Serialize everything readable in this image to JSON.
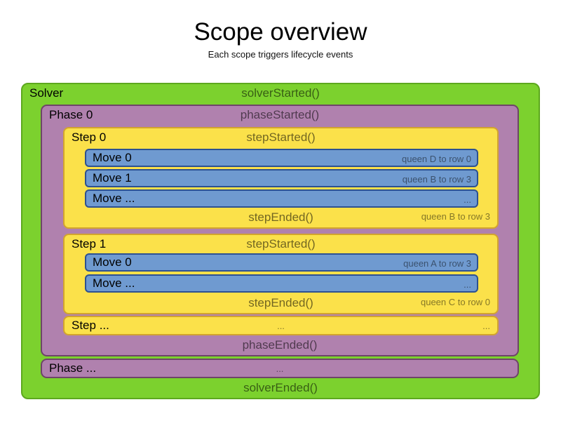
{
  "header": {
    "title": "Scope overview",
    "subtitle": "Each scope triggers lifecycle events"
  },
  "solver": {
    "label": "Solver",
    "started_event": "solverStarted()",
    "ended_event": "solverEnded()"
  },
  "phase0": {
    "label": "Phase 0",
    "started_event": "phaseStarted()",
    "ended_event": "phaseEnded()"
  },
  "phase_more": {
    "label": "Phase ...",
    "dots": "..."
  },
  "step0": {
    "label": "Step 0",
    "started_event": "stepStarted()",
    "ended_event": "stepEnded()",
    "ended_detail": "queen B to row 3",
    "moves": [
      {
        "label": "Move 0",
        "detail": "queen D to row 0"
      },
      {
        "label": "Move 1",
        "detail": "queen B to row 3"
      },
      {
        "label": "Move ...",
        "detail": "..."
      }
    ]
  },
  "step1": {
    "label": "Step 1",
    "started_event": "stepStarted()",
    "ended_event": "stepEnded()",
    "ended_detail": "queen C to row 0",
    "moves": [
      {
        "label": "Move 0",
        "detail": "queen A to row 3"
      },
      {
        "label": "Move ...",
        "detail": "..."
      }
    ]
  },
  "step_more": {
    "label": "Step ...",
    "center_dots": "...",
    "right_dots": "..."
  },
  "colors": {
    "solver_fill": "#7cd12e",
    "solver_border": "#5da81e",
    "phase_fill": "#b081ae",
    "phase_border": "#6e4568",
    "step_fill": "#fbe14a",
    "step_border": "#d2a42e",
    "move_fill": "#6f9ad0",
    "move_border": "#2d5191",
    "label_text": "#000000",
    "event_text": "#555555",
    "detail_text": "#6b6b6b",
    "background": "#ffffff"
  }
}
